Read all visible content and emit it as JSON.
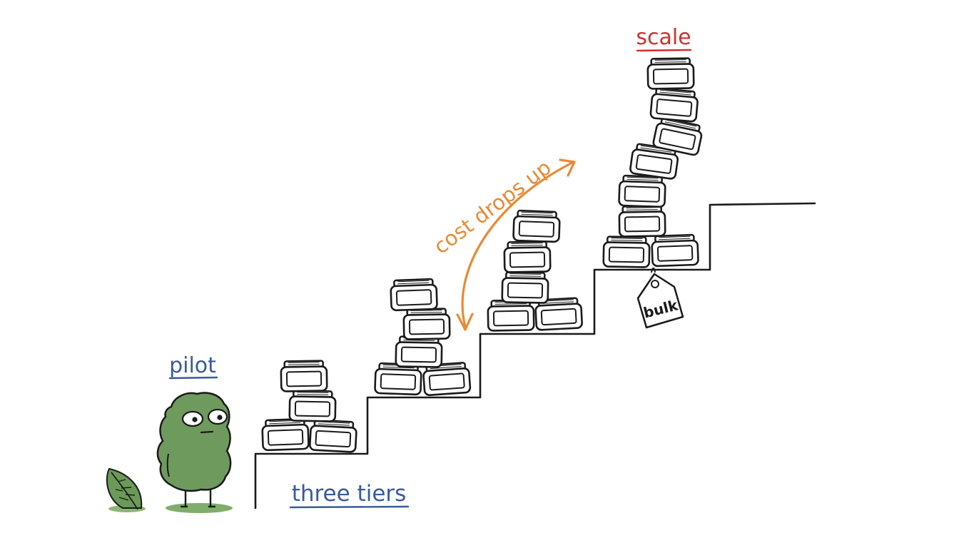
{
  "labels": {
    "pilot": "pilot",
    "three_tiers": "three tiers",
    "cost_drops_up": "cost drops up",
    "scale": "scale",
    "bulk_tag": "bulk"
  },
  "colors": {
    "ink": "#1a1a1a",
    "blue_label": "#3a5a9a",
    "red_label": "#d03030",
    "orange_arrow": "#e88a35",
    "creature_green": "#6f9a5e",
    "shadow_green": "#7fae6a",
    "leaf_green": "#6b9a58"
  },
  "icons": [
    "leaf-icon",
    "pilot-creature",
    "jar-icon",
    "price-tag-icon",
    "curved-double-arrow"
  ]
}
